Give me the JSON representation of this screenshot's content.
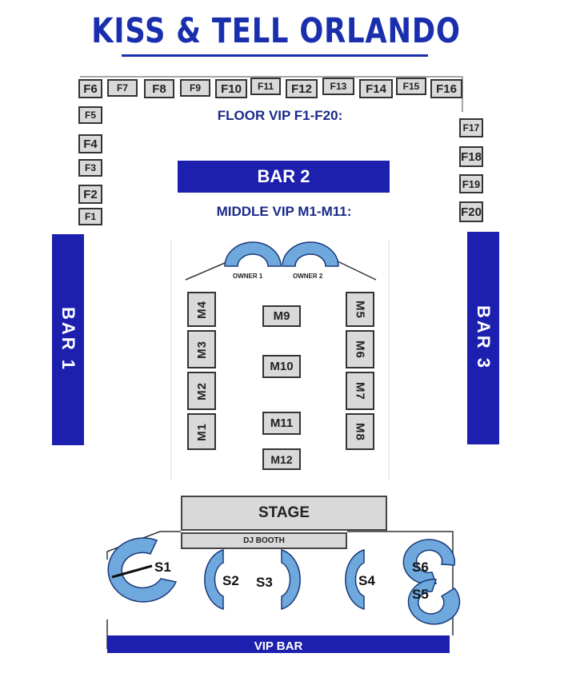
{
  "title": "KISS & TELL ORLANDO",
  "floor_label": "FLOOR VIP F1-F20:",
  "middle_label": "MIDDLE VIP M1-M11:",
  "bars": {
    "bar1": "BAR 1",
    "bar2": "BAR 2",
    "bar3": "BAR 3",
    "vip_bar": "VIP BAR"
  },
  "floor_tables": {
    "top": [
      "F6",
      "F7",
      "F8",
      "F9",
      "F10",
      "F11",
      "F12",
      "F13",
      "F14",
      "F15",
      "F16"
    ],
    "left": [
      "F5",
      "F4",
      "F3",
      "F2",
      "F1"
    ],
    "right": [
      "F17",
      "F18",
      "F19",
      "F20"
    ]
  },
  "middle_tables": {
    "left": [
      "M4",
      "M3",
      "M2",
      "M1"
    ],
    "center": [
      "M9",
      "M10",
      "M11",
      "M12"
    ],
    "right": [
      "M5",
      "M6",
      "M7",
      "M8"
    ]
  },
  "owners": [
    "OWNER 1",
    "OWNER 2"
  ],
  "stage": "STAGE",
  "dj_booth": "DJ BOOTH",
  "sofas": [
    "S1",
    "S2",
    "S3",
    "S4",
    "S5",
    "S6"
  ],
  "colors": {
    "accent": "#1d1fae",
    "seat": "#6fa8dc",
    "table": "#d9d9d9"
  }
}
